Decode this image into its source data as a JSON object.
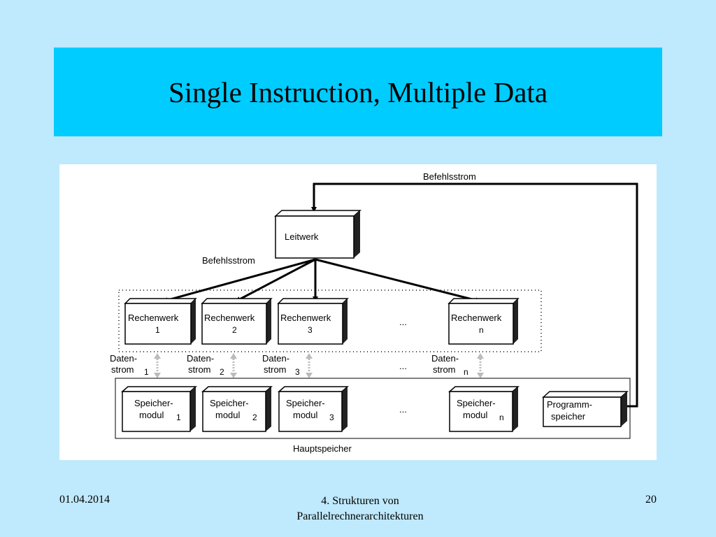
{
  "slide": {
    "title": "Single Instruction, Multiple Data",
    "date": "01.04.2014",
    "footer_line1": "4. Strukturen von",
    "footer_line2": "Parallelrechnerarchitekturen",
    "page_number": "20"
  },
  "diagram": {
    "befehlsstrom_top": "Befehlsstrom",
    "befehlsstrom_mid": "Befehlsstrom",
    "leitwerk": "Leitwerk",
    "rechenwerk_label": "Rechenwerk",
    "rechenwerk_ids": [
      "1",
      "2",
      "3",
      "n"
    ],
    "datenstrom_line1": "Daten-",
    "datenstrom_line2": "strom",
    "datenstrom_ids": [
      "1",
      "2",
      "3",
      "n"
    ],
    "speicher_line1": "Speicher-",
    "speicher_line2": "modul",
    "speicher_ids": [
      "1",
      "2",
      "3",
      "n"
    ],
    "ellipsis": "...",
    "programm_line1": "Programm-",
    "programm_line2": "speicher",
    "hauptspeicher": "Hauptspeicher"
  }
}
